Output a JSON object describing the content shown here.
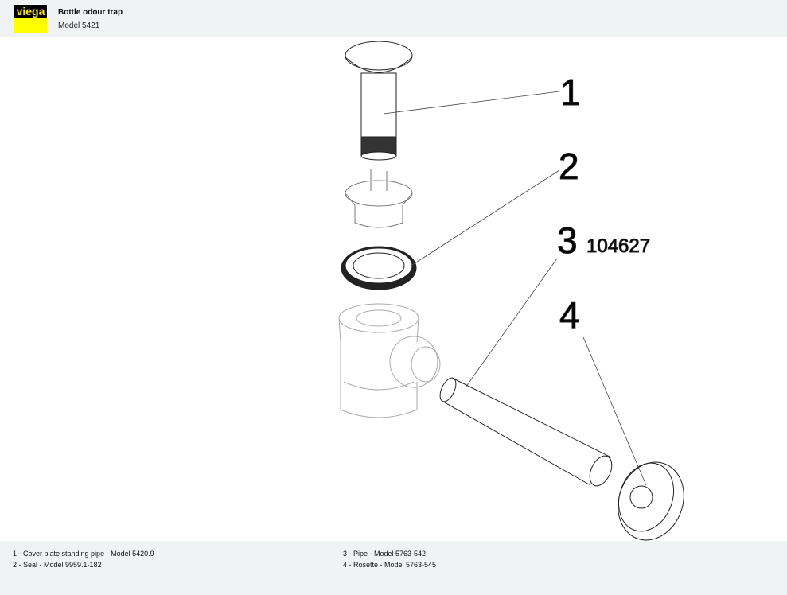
{
  "header": {
    "logo": "viega",
    "title": "Bottle odour trap",
    "model": "Model 5421"
  },
  "diagram": {
    "callouts": [
      {
        "number": "1"
      },
      {
        "number": "2"
      },
      {
        "number": "3",
        "article": "104627"
      },
      {
        "number": "4"
      }
    ]
  },
  "legend": [
    "1 - Cover plate standing pipe - Model 5420.9",
    "2 - Seal - Model 9959.1-182",
    "3 - Pipe - Model 5763-542",
    "4 - Rosette - Model 5763-545"
  ]
}
